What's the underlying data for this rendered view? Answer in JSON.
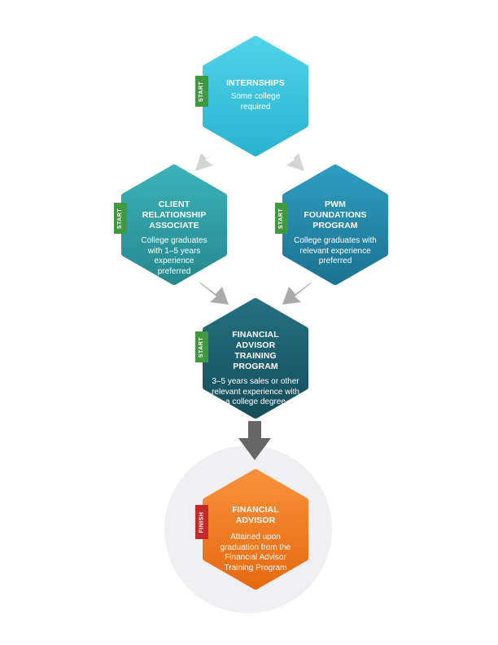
{
  "nodes": {
    "internships": {
      "title": "INTERNSHIPS",
      "desc": "Some college required",
      "tag": "START",
      "color": "#3cc5dd"
    },
    "cra": {
      "title": "CLIENT RELATIONSHIP ASSOCIATE",
      "desc": "College graduates with 1–5 years experience preferred",
      "tag": "START",
      "color": "#2e9fa8"
    },
    "pwm": {
      "title": "PWM FOUNDATIONS PROGRAM",
      "desc": "College graduates with relevant experience preferred",
      "tag": "START",
      "color": "#2389a6"
    },
    "fatp": {
      "title": "FINANCIAL ADVISOR TRAINING PROGRAM",
      "desc": "3–5 years sales or other relevant experience with a college degree",
      "tag": "START",
      "color": "#1b5f6e"
    },
    "fa": {
      "title": "FINANCIAL ADVISOR",
      "desc": "Attained upon graduation from the Financial Advisor Training Program",
      "tag": "FINISH",
      "color": "#f07c1f"
    }
  },
  "colors": {
    "start_tag": "#3f9a3f",
    "finish_tag": "#c42a2a",
    "light_arrow": "#d4d4d4",
    "mid_arrow": "#aaaaaa",
    "dark_arrow": "#666666",
    "circle": "#f0f0f2"
  }
}
